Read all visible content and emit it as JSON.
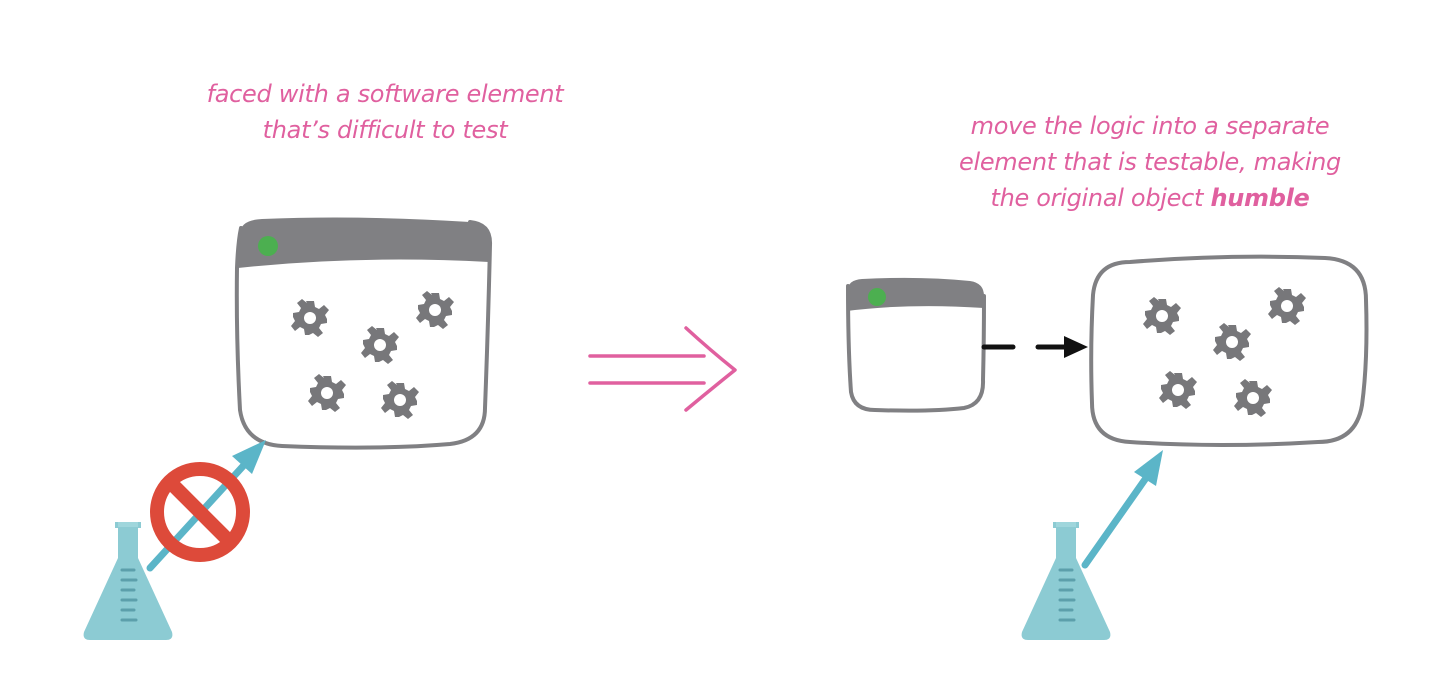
{
  "captions": {
    "left": {
      "line1": "faced with a software element",
      "line2": "that’s difficult to test"
    },
    "right": {
      "line1": "move the logic into a separate",
      "line2": "element that is testable, making",
      "line3_prefix": "the original object ",
      "line3_emphasis": "humble"
    }
  },
  "colors": {
    "caption": "#e0609f",
    "window_bar": "#808083",
    "window_outline": "#808083",
    "gear": "#77777a",
    "status_dot": "#4caf50",
    "test_arrow": "#5bb5c8",
    "flask": "#8ccbd3",
    "prohibited": "#dd4a3a",
    "transform_arrow": "#e0609f",
    "connector": "#111111"
  },
  "icons": {
    "gear": "gear-icon",
    "flask": "flask-icon",
    "prohibited": "prohibited-icon",
    "transform_arrow": "double-arrow-icon"
  }
}
